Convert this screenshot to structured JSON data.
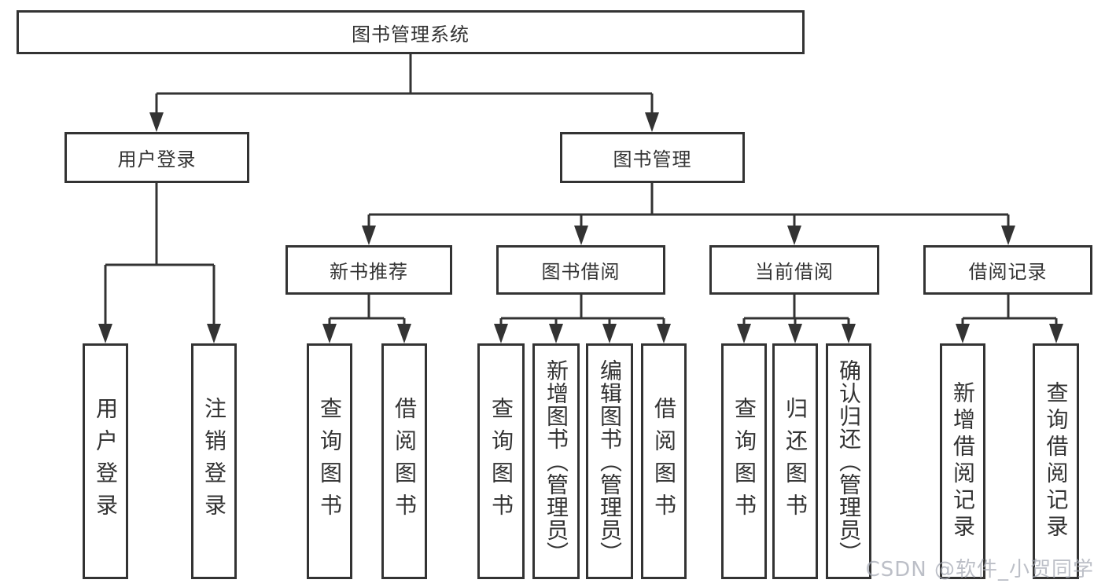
{
  "tree": {
    "root": {
      "label": "图书管理系统",
      "children": [
        {
          "label": "用户登录",
          "children": [
            {
              "label": "用户登录"
            },
            {
              "label": "注销登录"
            }
          ]
        },
        {
          "label": "图书管理",
          "children": [
            {
              "label": "新书推荐",
              "children": [
                {
                  "label": "查询图书"
                },
                {
                  "label": "借阅图书"
                }
              ]
            },
            {
              "label": "图书借阅",
              "children": [
                {
                  "label": "查询图书"
                },
                {
                  "label": "新增图书（管理员）"
                },
                {
                  "label": "编辑图书（管理员）"
                },
                {
                  "label": "借阅图书"
                }
              ]
            },
            {
              "label": "当前借阅",
              "children": [
                {
                  "label": "查询图书"
                },
                {
                  "label": "归还图书"
                },
                {
                  "label": "确认归还（管理员）"
                }
              ]
            },
            {
              "label": "借阅记录",
              "children": [
                {
                  "label": "新增借阅记录"
                },
                {
                  "label": "查询借阅记录"
                }
              ]
            }
          ]
        }
      ]
    }
  },
  "watermark": {
    "text": "CSDN @软件_小贺同学"
  },
  "colors": {
    "line": "#333333",
    "box_border": "#333333",
    "text": "#333333",
    "watermark": "#a5aab4",
    "background": "#ffffff"
  }
}
